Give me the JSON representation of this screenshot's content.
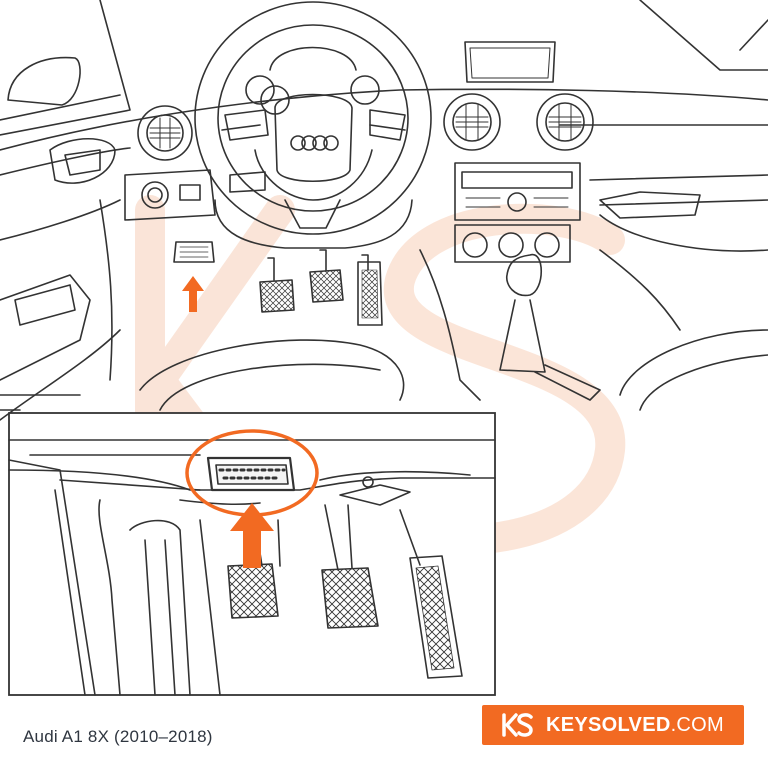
{
  "caption": "Audi A1 8X (2010–2018)",
  "brand": {
    "name": "KEYSOLVED",
    "tld": ".COM",
    "logo_text": "KS"
  },
  "icons": [
    "ks-logo-icon",
    "pointer-arrow-icon",
    "obd-port-icon",
    "steering-wheel-icon",
    "audi-rings-logo"
  ],
  "colors": {
    "accent": "#f26a22",
    "line": "#333333",
    "watermark": "#fbe3d4"
  }
}
